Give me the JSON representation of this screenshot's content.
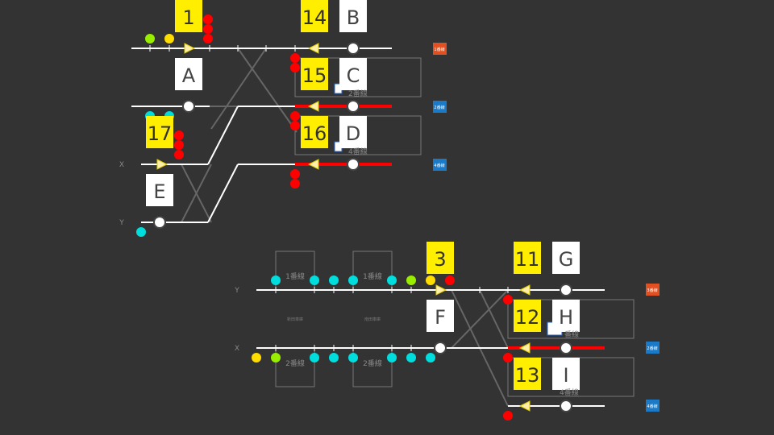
{
  "colors": {
    "background": "#333333",
    "track": "#ffffff",
    "route_active": "#ff0000",
    "yellow_tag": "#ffee00",
    "signal_red": "#ff0000",
    "signal_yellow": "#ffdd00",
    "signal_green": "#99ee00",
    "signal_cyan": "#00dddd",
    "badge_orange": "#e05020",
    "badge_blue": "#1a7ac8"
  },
  "top_yard": {
    "number_tags": [
      "1",
      "14",
      "15",
      "16",
      "17"
    ],
    "letter_tags": [
      "A",
      "B",
      "C",
      "D",
      "E"
    ],
    "side_labels": [
      "X",
      "Y"
    ],
    "track_labels": [
      "2番線",
      "4番線"
    ],
    "badges": [
      "1番線",
      "2番線",
      "4番線"
    ]
  },
  "bottom_yard": {
    "number_tags": [
      "3",
      "11",
      "12",
      "13"
    ],
    "letter_tags": [
      "F",
      "G",
      "H",
      "I"
    ],
    "side_labels": [
      "Y",
      "X"
    ],
    "box_labels_top": [
      "1番線",
      "1番線"
    ],
    "box_labels_bottom": [
      "2番線",
      "2番線"
    ],
    "mid_labels": [
      "新田車庫",
      "南田車庫"
    ],
    "track_labels": [
      "番線",
      "4番線"
    ],
    "badges": [
      "3番線",
      "2番線",
      "4番線"
    ]
  }
}
